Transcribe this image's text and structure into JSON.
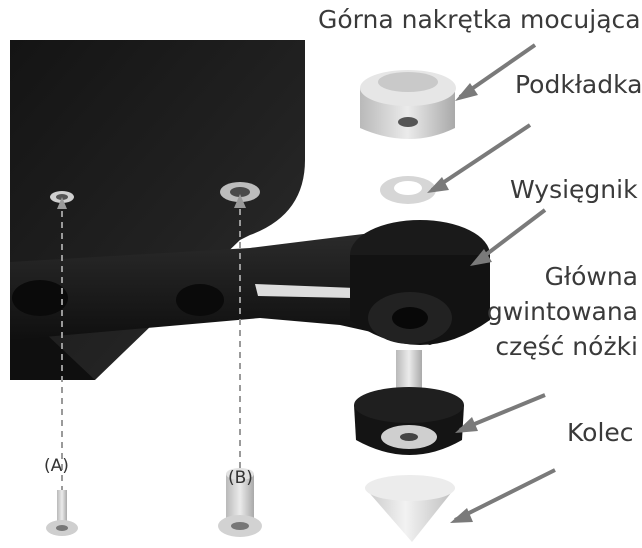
{
  "labels": {
    "top_nut": "Górna nakrętka mocująca",
    "washer": "Podkładka",
    "arm": "Wysięgnik",
    "main_leg_line1": "Główna",
    "main_leg_line2": "gwintowana",
    "main_leg_line3": "część nóżki",
    "spike": "Kolec",
    "screw_a": "(A)",
    "screw_b": "(B)"
  },
  "colors": {
    "body": "#1c1c1c",
    "body_edge": "#2a2a2a",
    "part_light": "#d6d6d6",
    "part_dark": "#111111",
    "pointer": "#7a7a7a",
    "text": "#3a3a3a"
  }
}
